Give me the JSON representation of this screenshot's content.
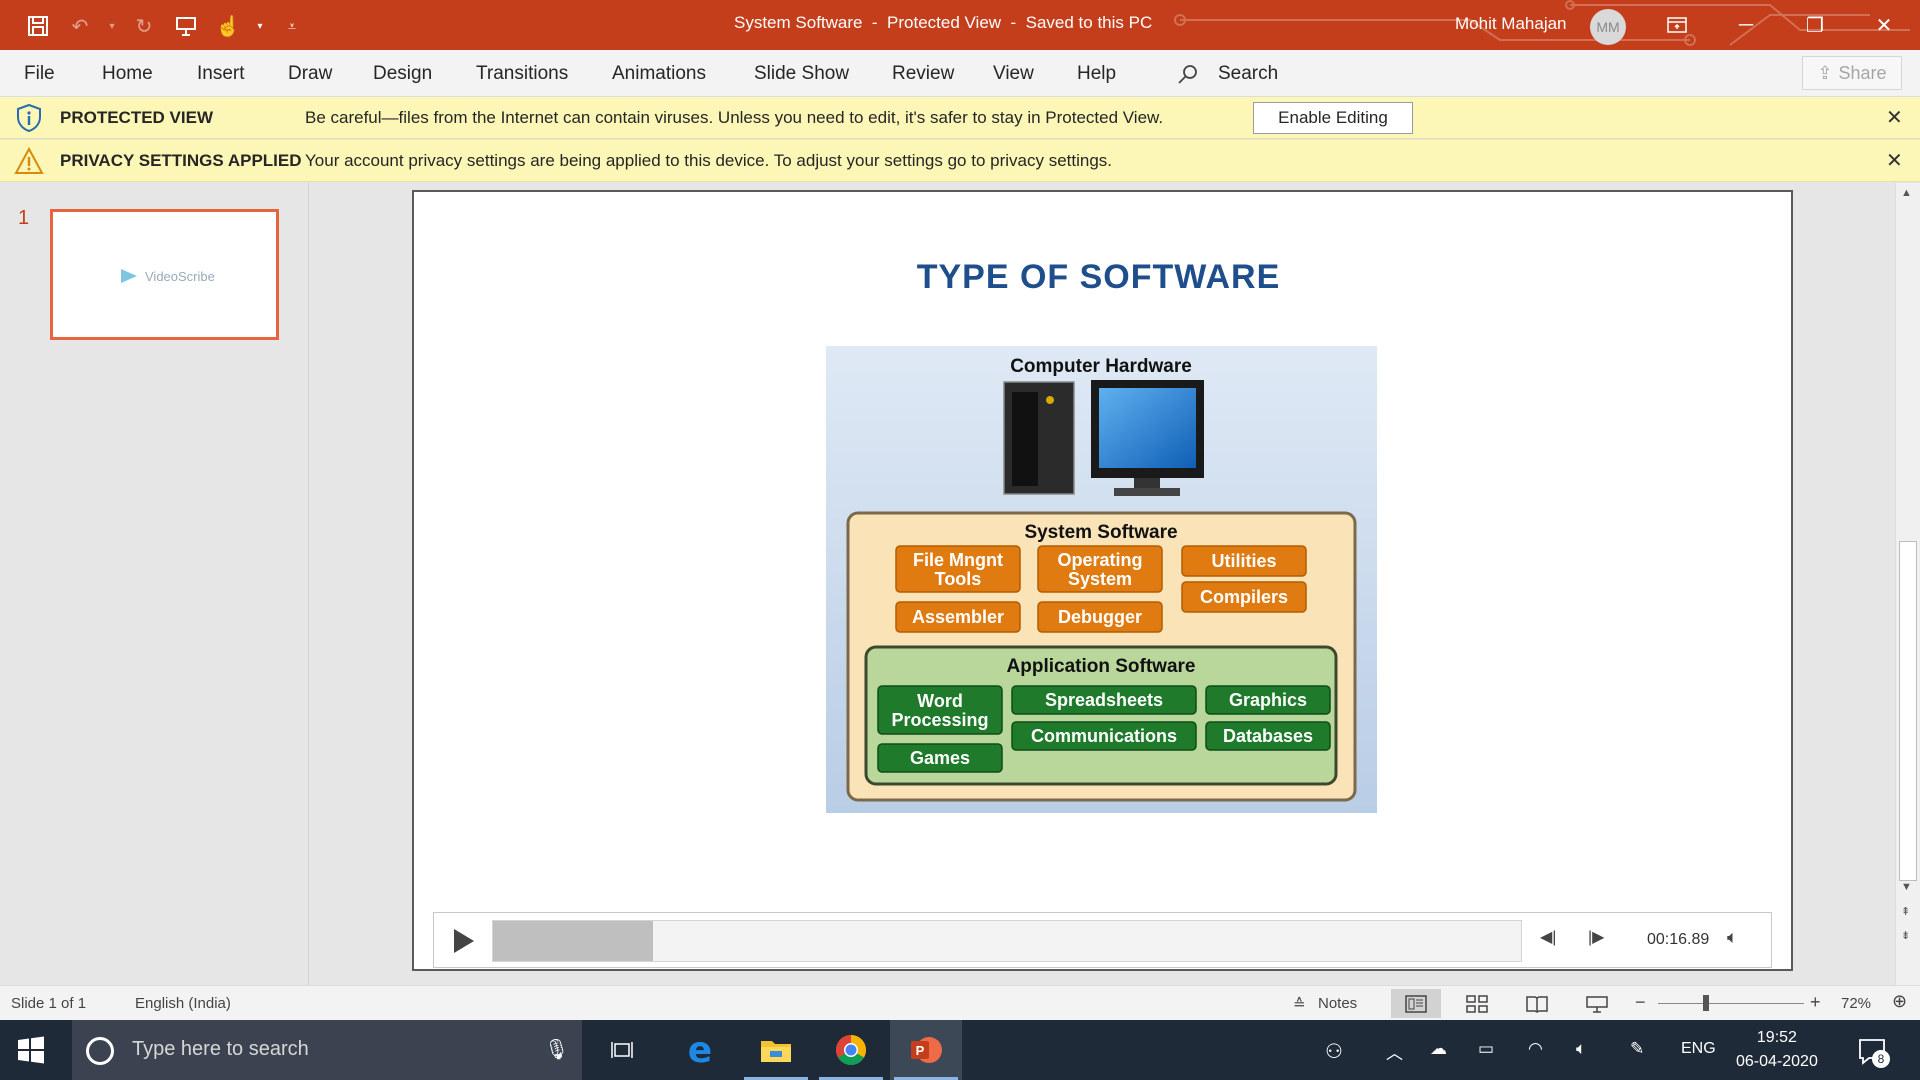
{
  "titlebar": {
    "title": "System Software  -  Protected View  -  Saved to this PC",
    "user_name": "Mohit Mahajan",
    "user_initials": "MM"
  },
  "ribbon": {
    "tabs": [
      "File",
      "Home",
      "Insert",
      "Draw",
      "Design",
      "Transitions",
      "Animations",
      "Slide Show",
      "Review",
      "View",
      "Help"
    ],
    "search_label": "Search",
    "share_label": "Share"
  },
  "protected_bar": {
    "heading": "PROTECTED VIEW",
    "message": "Be careful—files from the Internet can contain viruses. Unless you need to edit, it's safer to stay in Protected View.",
    "button": "Enable Editing"
  },
  "privacy_bar": {
    "heading": "PRIVACY SETTINGS APPLIED",
    "message": "Your account privacy settings are being applied to this device. To adjust your settings go to privacy settings."
  },
  "thumbnails": {
    "number": "1",
    "logo_text": "VideoScribe"
  },
  "slide": {
    "title": "TYPE OF SOFTWARE",
    "diagram": {
      "hardware_label": "Computer Hardware",
      "system_label": "System Software",
      "system_items": [
        "File Mngnt Tools",
        "Operating System",
        "Utilities",
        "Compilers",
        "Assembler",
        "Debugger"
      ],
      "app_label": "Application Software",
      "app_items": [
        "Word Processing",
        "Spreadsheets",
        "Graphics",
        "Communications",
        "Databases",
        "Games"
      ]
    }
  },
  "media": {
    "time": "00:16.89",
    "progress_fraction": 0.156
  },
  "status": {
    "slide_info": "Slide 1 of 1",
    "language": "English (India)",
    "notes_label": "Notes",
    "zoom": "72%"
  },
  "taskbar": {
    "search_placeholder": "Type here to search",
    "lang": "ENG",
    "time": "19:52",
    "date": "06-04-2020",
    "notifications": "8"
  },
  "colors": {
    "accent": "#c43e1c",
    "message_bar": "#fcf7b6",
    "system_box": "#e07b12",
    "app_box": "#1f7a2c"
  }
}
